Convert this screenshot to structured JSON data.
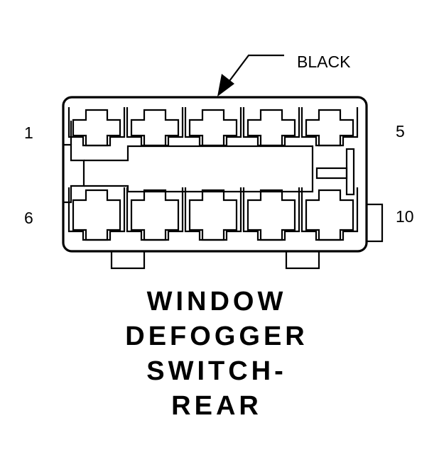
{
  "connector": {
    "color_label": "BLACK",
    "pin_labels": {
      "top_left": "1",
      "top_right": "5",
      "bottom_left": "6",
      "bottom_right": "10"
    },
    "pins_per_row": 5,
    "rows": 2
  },
  "title_lines": [
    "WINDOW",
    "DEFOGGER",
    "SWITCH-",
    "REAR"
  ]
}
